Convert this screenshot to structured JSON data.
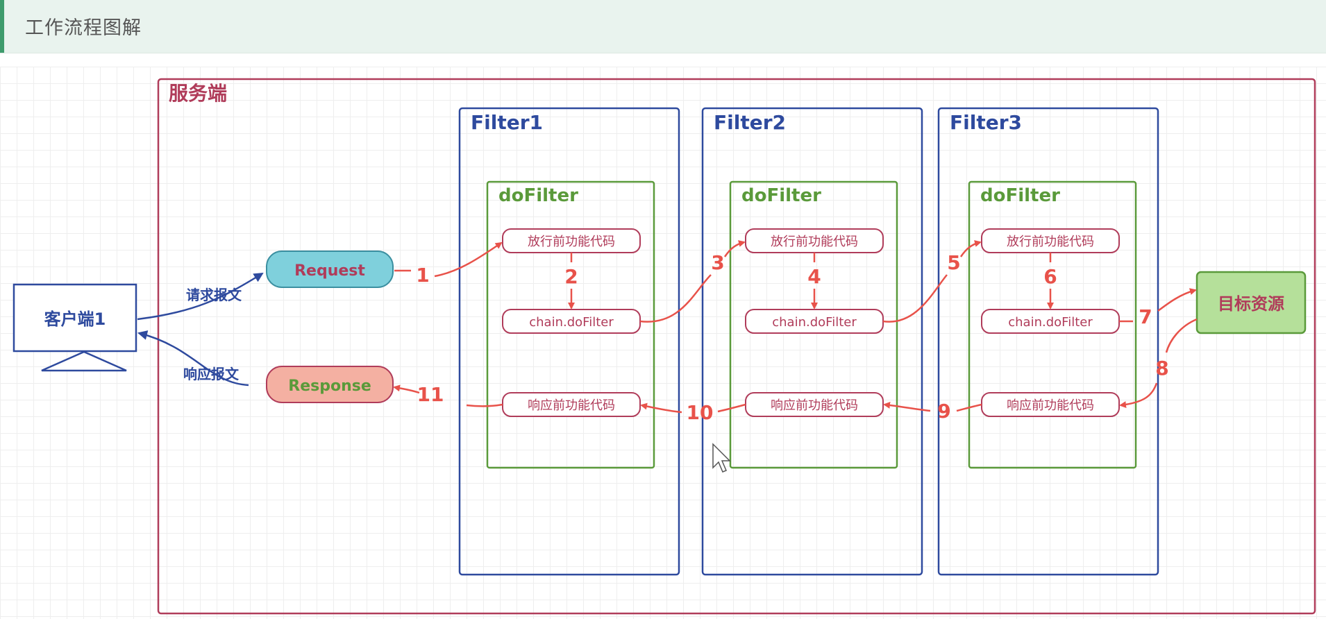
{
  "header": {
    "title": "工作流程图解"
  },
  "server": {
    "label": "服务端"
  },
  "client": {
    "label": "客户端1"
  },
  "request": {
    "label": "Request",
    "edge_label": "请求报文"
  },
  "response": {
    "label": "Response",
    "edge_label": "响应报文"
  },
  "target": {
    "label": "目标资源"
  },
  "filters": [
    {
      "name": "Filter1",
      "method": "doFilter",
      "before": "放行前功能代码",
      "chain": "chain.doFilter",
      "after": "响应前功能代码"
    },
    {
      "name": "Filter2",
      "method": "doFilter",
      "before": "放行前功能代码",
      "chain": "chain.doFilter",
      "after": "响应前功能代码"
    },
    {
      "name": "Filter3",
      "method": "doFilter",
      "before": "放行前功能代码",
      "chain": "chain.doFilter",
      "after": "响应前功能代码"
    }
  ],
  "steps": [
    "1",
    "2",
    "3",
    "4",
    "5",
    "6",
    "7",
    "8",
    "9",
    "10",
    "11"
  ],
  "colors": {
    "server_border": "#b03c5a",
    "filter_border": "#2e4a9e",
    "dofilter_border": "#5a9a3a",
    "arrow": "#e8524a",
    "request_fill": "#7fd0dc",
    "response_fill": "#f4b0a2",
    "target_fill": "#b5e09a",
    "client_border": "#2e4a9e"
  }
}
